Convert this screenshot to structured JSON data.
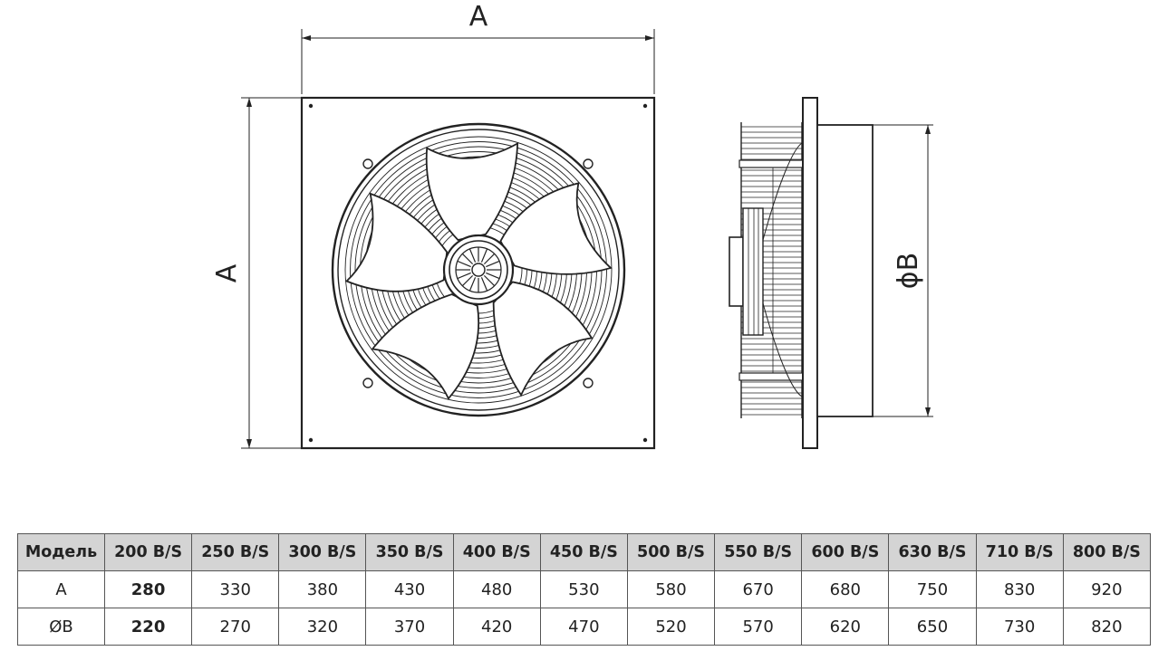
{
  "drawing": {
    "front_view": {
      "width_label": "A",
      "height_label": "A"
    },
    "side_view": {
      "diameter_label": "ϕB"
    }
  },
  "table": {
    "header": [
      "Модель",
      "200 B/S",
      "250 B/S",
      "300 B/S",
      "350 B/S",
      "400 B/S",
      "450 B/S",
      "500 B/S",
      "550 B/S",
      "600 B/S",
      "630 B/S",
      "710 B/S",
      "800 B/S"
    ],
    "rows": [
      [
        "A",
        "280",
        "330",
        "380",
        "430",
        "480",
        "530",
        "580",
        "670",
        "680",
        "750",
        "830",
        "920"
      ],
      [
        "ØB",
        "220",
        "270",
        "320",
        "370",
        "420",
        "470",
        "520",
        "570",
        "620",
        "650",
        "730",
        "820"
      ]
    ],
    "bold_column": 1
  },
  "colors": {
    "line": "#222222",
    "header_bg": "#d4d4d4",
    "border": "#555555"
  }
}
